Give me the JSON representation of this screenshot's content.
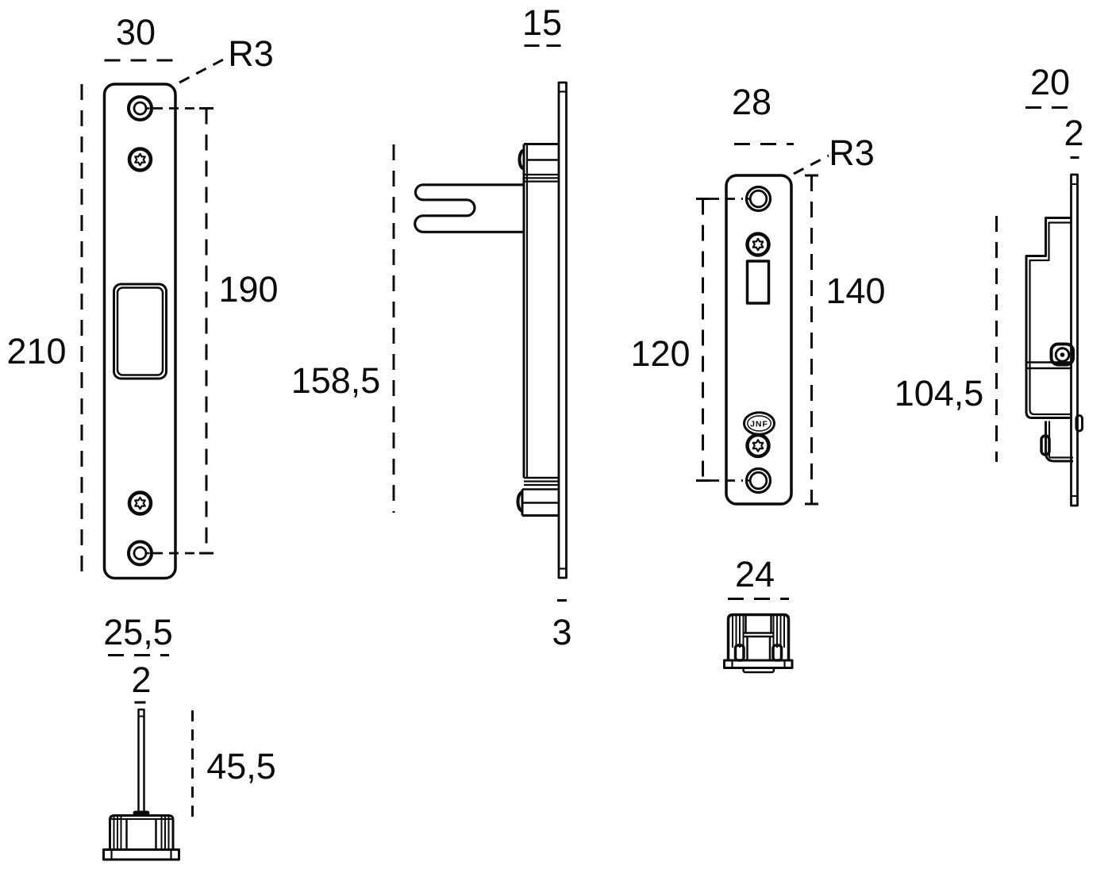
{
  "page": {
    "background": "#ffffff",
    "line_color": "#0a0a0a"
  },
  "labels": {
    "front_plate": {
      "width": "30",
      "corner_radius": "R3",
      "height": "210",
      "hole_spacing": "190"
    },
    "side_view": {
      "width": "15",
      "body_length": "158,5",
      "plate_thickness": "3"
    },
    "short_plate": {
      "width": "28",
      "corner_radius": "R3",
      "height": "140",
      "hole_spacing": "120"
    },
    "short_side_view": {
      "width": "20",
      "plate_thickness": "2",
      "body_length": "104,5"
    },
    "pin_part": {
      "cap_width": "25,5",
      "pin_diameter": "2",
      "pin_length": "45,5"
    },
    "cap_part": {
      "width": "24"
    },
    "logo_text": "JNF"
  }
}
